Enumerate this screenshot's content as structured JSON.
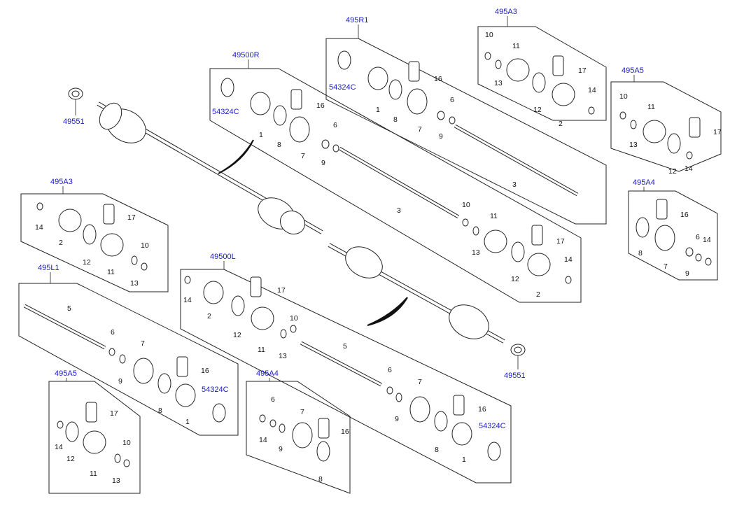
{
  "diagram": {
    "refs": {
      "r49500R": "49500R",
      "r49500L": "49500L",
      "r495R1": "495R1",
      "r495L1": "495L1",
      "r495A3a": "495A3",
      "r495A3b": "495A3",
      "r495A5a": "495A5",
      "r495A5b": "495A5",
      "r495A4a": "495A4",
      "r495A4b": "495A4",
      "r49551a": "49551",
      "r49551b": "49551",
      "r54324Ca": "54324C",
      "r54324Cb": "54324C",
      "r54324Cc": "54324C",
      "r54324Cd": "54324C"
    },
    "labels": {
      "n1": "1",
      "n2": "2",
      "n3": "3",
      "n5": "5",
      "n6": "6",
      "n7": "7",
      "n8": "8",
      "n9": "9",
      "n10": "10",
      "n11": "11",
      "n12": "12",
      "n13": "13",
      "n14": "14",
      "n16": "16",
      "n17": "17"
    }
  }
}
